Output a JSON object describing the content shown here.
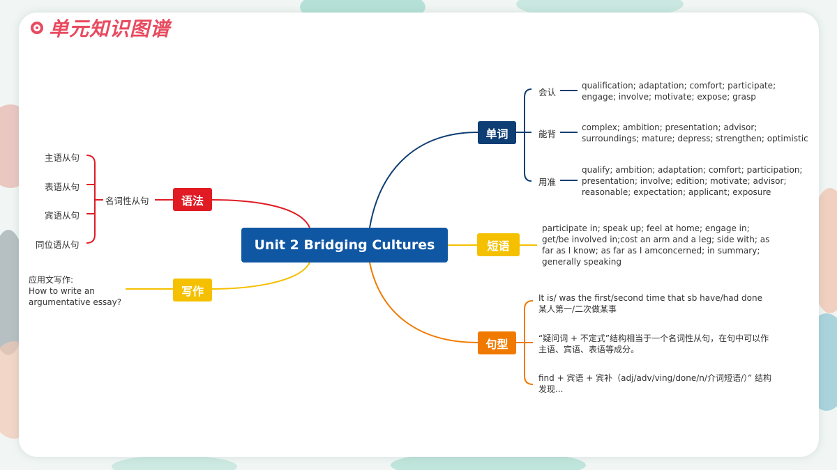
{
  "title": "单元知识图谱",
  "center": "Unit 2 Bridging Cultures",
  "branches": {
    "words": {
      "label": "单词",
      "color": "#0e3e73",
      "items": [
        {
          "label": "会认",
          "text": "qualification; adaptation; comfort; participate; engage; involve; motivate; expose; grasp"
        },
        {
          "label": "能背",
          "text": "complex; ambition; presentation; advisor; surroundings; mature; depress; strengthen; optimistic"
        },
        {
          "label": "用准",
          "text": "qualify; ambition; adaptation; comfort; participation; presentation; involve; edition; motivate; advisor; reasonable; expectation; applicant; exposure"
        }
      ]
    },
    "phrases": {
      "label": "短语",
      "color": "#f5c000",
      "text": "participate in; speak up; feel at home; engage in; get/be involved in;cost an arm and a leg; side with; as far as I know; as far as I amconcerned; in summary; generally speaking"
    },
    "patterns": {
      "label": "句型",
      "color": "#f07a00",
      "items": [
        "It is/ was the first/second time that sb have/had done 某人第一/二次做某事",
        "“疑问词 + 不定式”结构相当于一个名词性从句，在句中可以作主语、宾语、表语等成分。",
        "find + 宾语 + 宾补（adj/adv/ving/done/n/介词短语/）” 结构 发现..."
      ]
    },
    "grammar": {
      "label": "语法",
      "color": "#e01b24",
      "node": "名词性从句",
      "items": [
        "主语从句",
        "表语从句",
        "宾语从句",
        "同位语从句"
      ]
    },
    "writing": {
      "label": "写作",
      "color": "#f5c000",
      "text_line1": "应用文写作:",
      "text_line2": "How to write an argumentative essay?"
    }
  }
}
